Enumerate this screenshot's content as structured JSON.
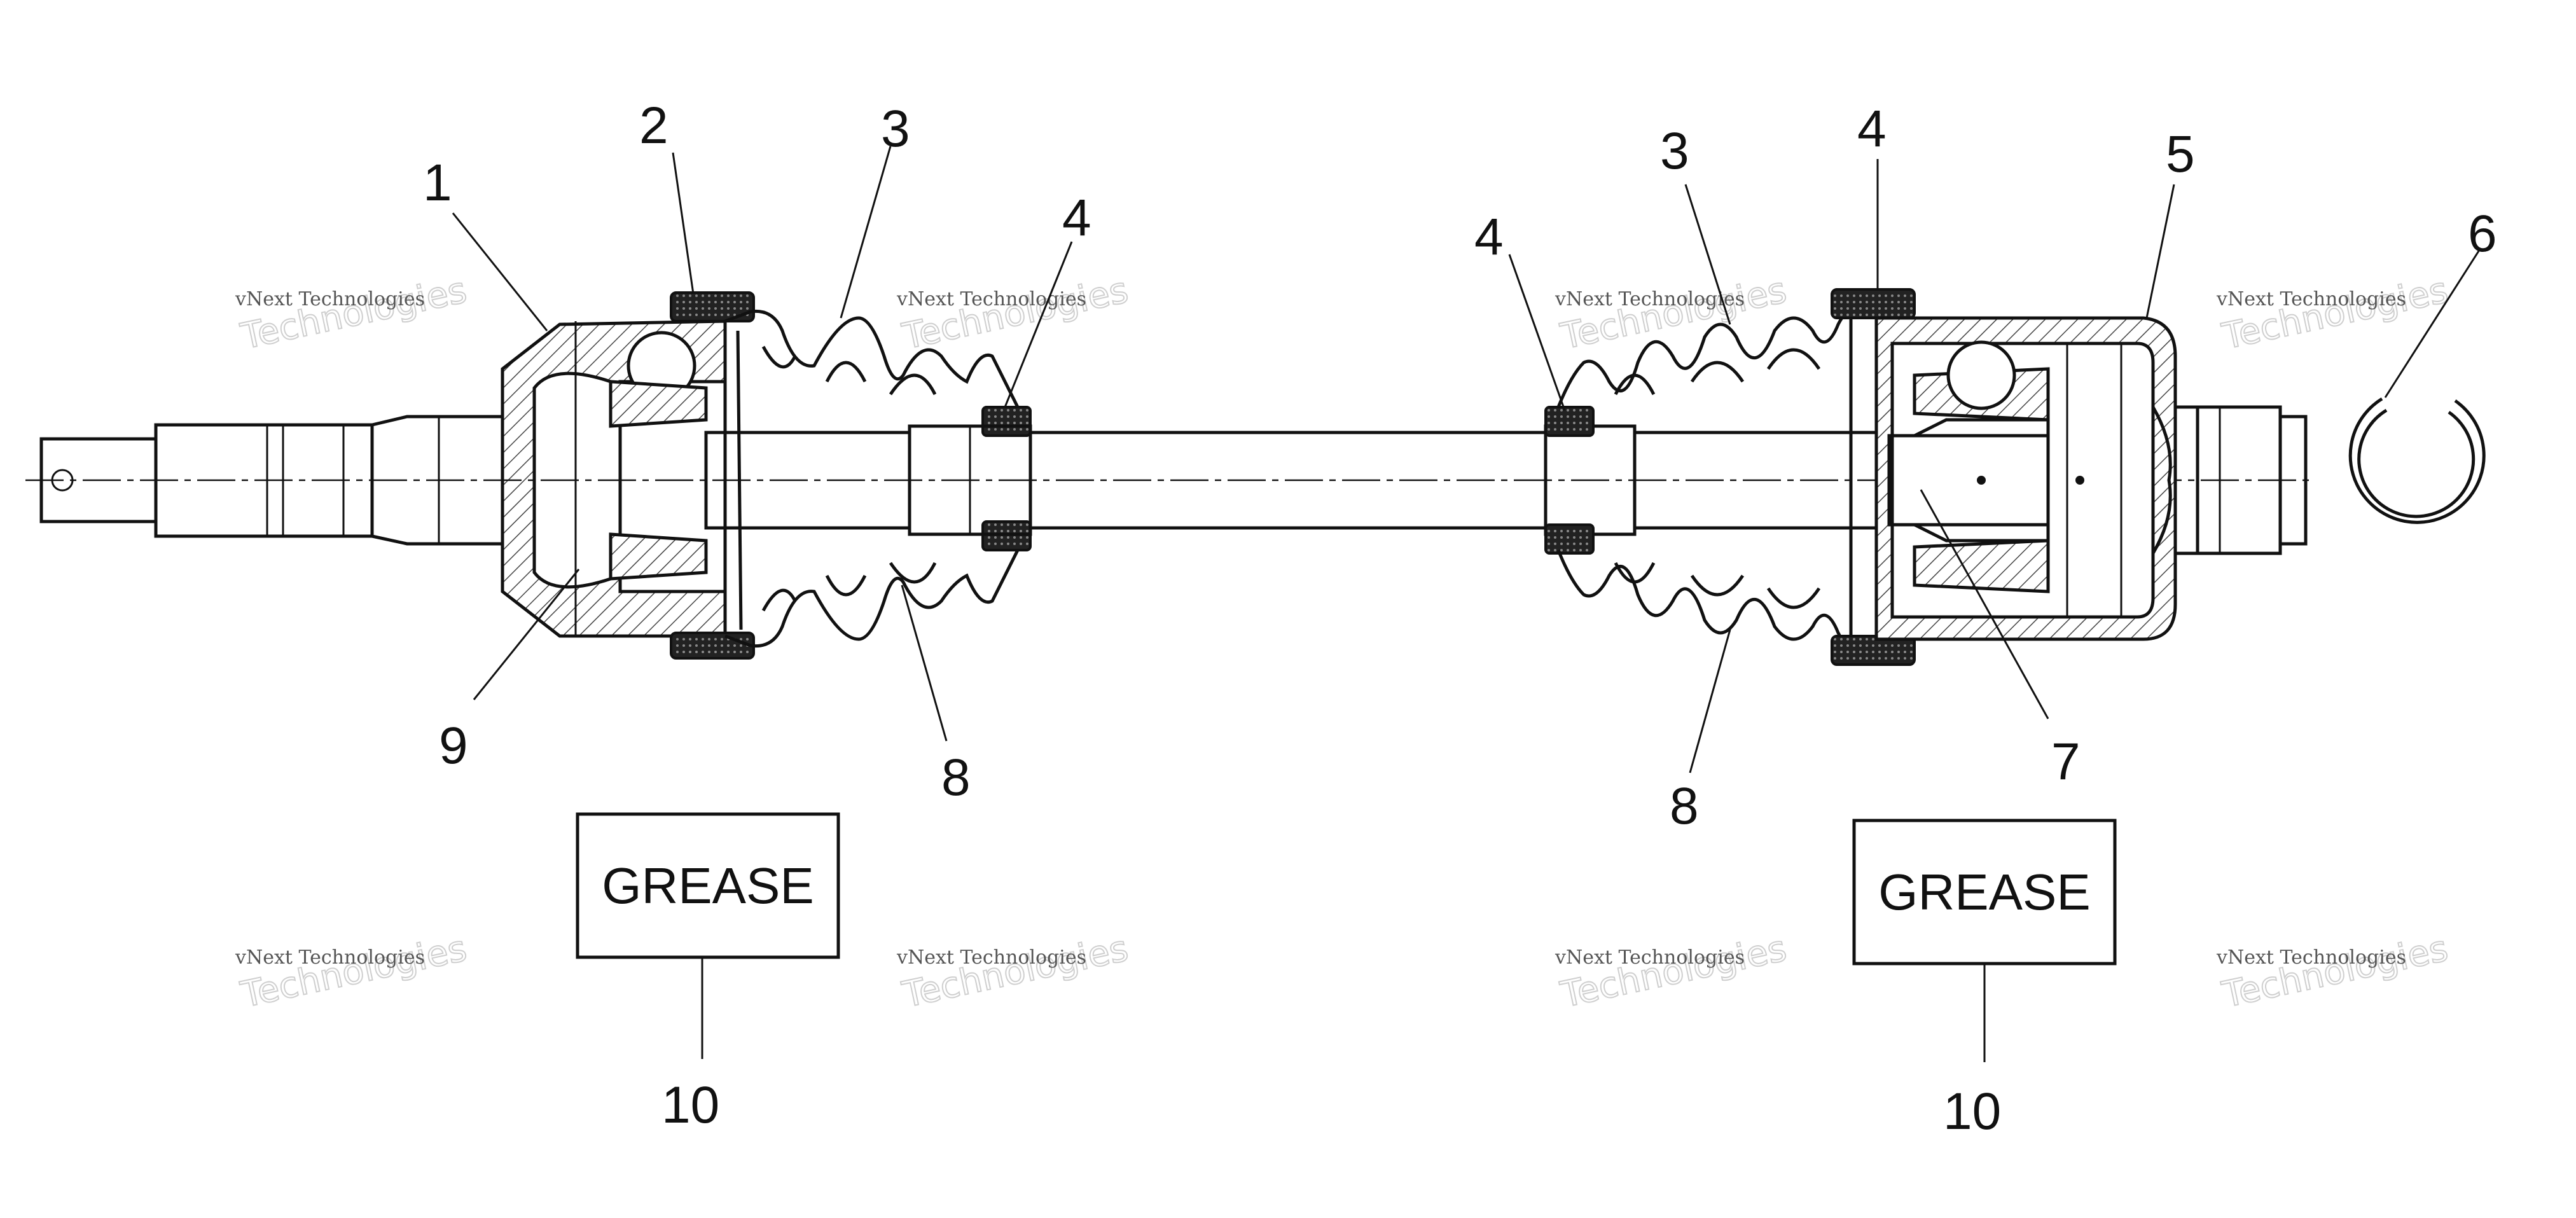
{
  "callouts": [
    {
      "id": "c1",
      "text": "1"
    },
    {
      "id": "c2",
      "text": "2"
    },
    {
      "id": "c3a",
      "text": "3"
    },
    {
      "id": "c4a",
      "text": "4"
    },
    {
      "id": "c4b",
      "text": "4"
    },
    {
      "id": "c3b",
      "text": "3"
    },
    {
      "id": "c4c",
      "text": "4"
    },
    {
      "id": "c5",
      "text": "5"
    },
    {
      "id": "c6",
      "text": "6"
    },
    {
      "id": "c9",
      "text": "9"
    },
    {
      "id": "c8a",
      "text": "8"
    },
    {
      "id": "c8b",
      "text": "8"
    },
    {
      "id": "c7",
      "text": "7"
    },
    {
      "id": "c10a",
      "text": "10"
    },
    {
      "id": "c10b",
      "text": "10"
    }
  ],
  "grease_left": "GREASE",
  "grease_right": "GREASE",
  "watermark": {
    "line1": "vNext Technologies",
    "line2": "Technologies",
    "line3": "vNext"
  }
}
